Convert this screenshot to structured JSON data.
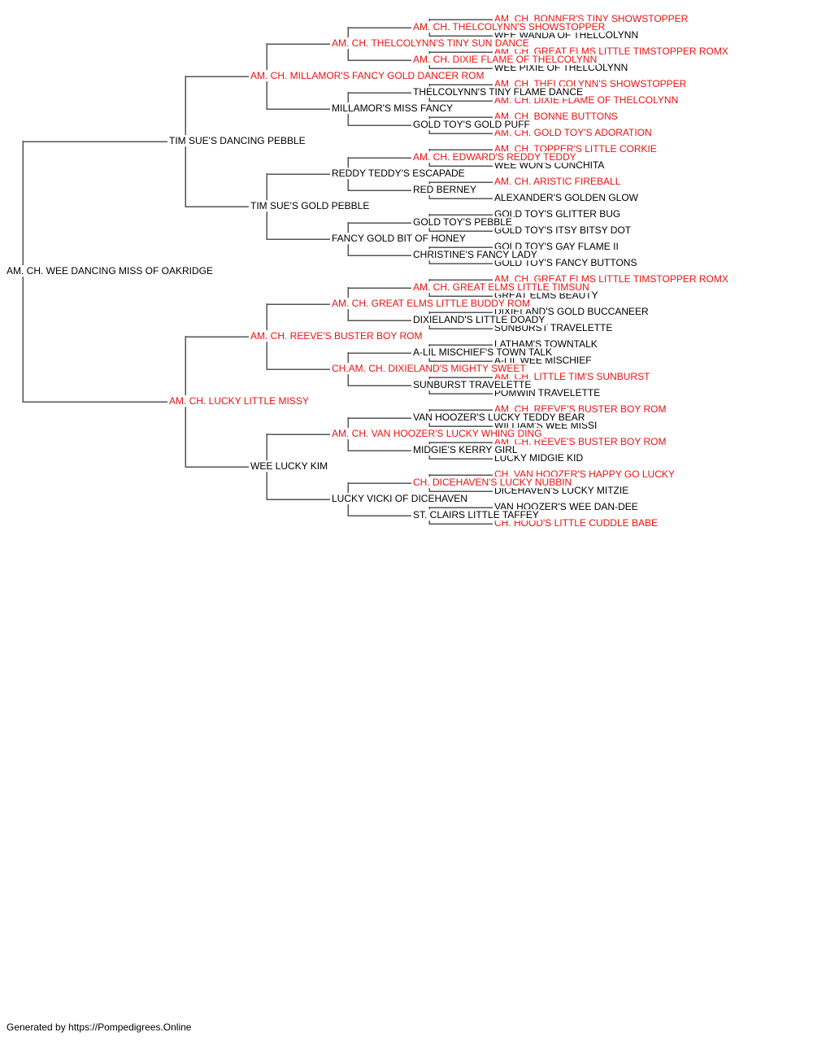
{
  "colors": {
    "champion": "#ee1111",
    "regular": "#000000",
    "line": "#555555"
  },
  "pedigree": {
    "name": "AM. CH. WEE DANCING MISS OF OAKRIDGE",
    "champion": false,
    "sire": {
      "name": "TIM SUE'S DANCING PEBBLE",
      "champion": false,
      "sire": {
        "name": "AM. CH. MILLAMOR'S FANCY GOLD DANCER ROM",
        "champion": true,
        "sire": {
          "name": "AM. CH. THELCOLYNN'S TINY SUN DANCE",
          "champion": true,
          "sire": {
            "name": "AM. CH. THELCOLYNN'S SHOWSTOPPER",
            "champion": true,
            "sire": {
              "name": "AM. CH. BONNER'S TINY SHOWSTOPPER",
              "champion": true
            },
            "dam": {
              "name": "WEE WANDA OF THELCOLYNN",
              "champion": false
            }
          },
          "dam": {
            "name": "AM. CH. DIXIE FLAME OF THELCOLYNN",
            "champion": true,
            "sire": {
              "name": "AM. CH. GREAT ELMS LITTLE TIMSTOPPER ROMX",
              "champion": true
            },
            "dam": {
              "name": "WEE PIXIE OF THELCOLYNN",
              "champion": false
            }
          }
        },
        "dam": {
          "name": "MILLAMOR'S MISS FANCY",
          "champion": false,
          "sire": {
            "name": "THELCOLYNN'S TINY FLAME DANCE",
            "champion": false,
            "sire": {
              "name": "AM. CH. THELCOLYNN'S SHOWSTOPPER",
              "champion": true
            },
            "dam": {
              "name": "AM. CH. DIXIE FLAME OF THELCOLYNN",
              "champion": true
            }
          },
          "dam": {
            "name": "GOLD TOY'S GOLD PUFF",
            "champion": false,
            "sire": {
              "name": "AM. CH. BONNE BUTTONS",
              "champion": true
            },
            "dam": {
              "name": "AM. CH. GOLD TOY'S ADORATION",
              "champion": true
            }
          }
        }
      },
      "dam": {
        "name": "TIM SUE'S GOLD PEBBLE",
        "champion": false,
        "sire": {
          "name": "REDDY TEDDY'S ESCAPADE",
          "champion": false,
          "sire": {
            "name": "AM. CH. EDWARD'S REDDY TEDDY",
            "champion": true,
            "sire": {
              "name": "AM. CH. TOPPER'S LITTLE CORKIE",
              "champion": true
            },
            "dam": {
              "name": "WEE WON'S CONCHITA",
              "champion": false
            }
          },
          "dam": {
            "name": "RED BERNEY",
            "champion": false,
            "sire": {
              "name": "AM. CH. ARISTIC FIREBALL",
              "champion": true
            },
            "dam": {
              "name": "ALEXANDER'S GOLDEN GLOW",
              "champion": false
            }
          }
        },
        "dam": {
          "name": "FANCY GOLD BIT OF HONEY",
          "champion": false,
          "sire": {
            "name": "GOLD TOY'S PEBBLE",
            "champion": false,
            "sire": {
              "name": "GOLD TOY'S GLITTER BUG",
              "champion": false
            },
            "dam": {
              "name": "GOLD TOY'S ITSY BITSY DOT",
              "champion": false
            }
          },
          "dam": {
            "name": "CHRISTINE'S FANCY LADY",
            "champion": false,
            "sire": {
              "name": "GOLD TOY'S GAY FLAME II",
              "champion": false
            },
            "dam": {
              "name": "GOLD TOY'S FANCY BUTTONS",
              "champion": false
            }
          }
        }
      }
    },
    "dam": {
      "name": "AM. CH. LUCKY LITTLE MISSY",
      "champion": true,
      "sire": {
        "name": "AM. CH. REEVE'S BUSTER BOY ROM",
        "champion": true,
        "sire": {
          "name": "AM. CH. GREAT ELMS LITTLE BUDDY ROM",
          "champion": true,
          "sire": {
            "name": "AM. CH. GREAT ELMS LITTLE TIMSUN",
            "champion": true,
            "sire": {
              "name": "AM. CH. GREAT ELMS LITTLE TIMSTOPPER ROMX",
              "champion": true
            },
            "dam": {
              "name": "GREAT ELMS BEAUTY",
              "champion": false
            }
          },
          "dam": {
            "name": "DIXIELAND'S LITTLE DOADY",
            "champion": false,
            "sire": {
              "name": "DIXIELAND'S GOLD BUCCANEER",
              "champion": false
            },
            "dam": {
              "name": "SUNBURST TRAVELETTE",
              "champion": false
            }
          }
        },
        "dam": {
          "name": "CH.AM. CH. DIXIELAND'S MIGHTY SWEET",
          "champion": true,
          "sire": {
            "name": "A-LIL MISCHIEF'S TOWN TALK",
            "champion": false,
            "sire": {
              "name": "LATHAM'S TOWNTALK",
              "champion": false
            },
            "dam": {
              "name": "A-LIL WEE MISCHIEF",
              "champion": false
            }
          },
          "dam": {
            "name": "SUNBURST TRAVELETTE",
            "champion": false,
            "sire": {
              "name": "AM. CH. LITTLE TIM'S SUNBURST",
              "champion": true
            },
            "dam": {
              "name": "POMWIN TRAVELETTE",
              "champion": false
            }
          }
        }
      },
      "dam": {
        "name": "WEE LUCKY KIM",
        "champion": false,
        "sire": {
          "name": "AM. CH. VAN HOOZER'S LUCKY WHING DING",
          "champion": true,
          "sire": {
            "name": "VAN HOOZER'S LUCKY TEDDY BEAR",
            "champion": false,
            "sire": {
              "name": "AM. CH. REEVE'S BUSTER BOY ROM",
              "champion": true
            },
            "dam": {
              "name": "WILLIAM'S WEE MISSI",
              "champion": false
            }
          },
          "dam": {
            "name": "MIDGIE'S KERRY GIRL",
            "champion": false,
            "sire": {
              "name": "AM. CH. REEVE'S BUSTER BOY ROM",
              "champion": true
            },
            "dam": {
              "name": "LUCKY MIDGIE KID",
              "champion": false
            }
          }
        },
        "dam": {
          "name": "LUCKY VICKI OF DICEHAVEN",
          "champion": false,
          "sire": {
            "name": "CH. DICEHAVEN'S LUCKY NUBBIN",
            "champion": true,
            "sire": {
              "name": "CH. VAN HOOZER'S HAPPY GO LUCKY",
              "champion": true
            },
            "dam": {
              "name": "DICEHAVEN'S LUCKY MITZIE",
              "champion": false
            }
          },
          "dam": {
            "name": "ST. CLAIRS LITTLE TAFFEY",
            "champion": false,
            "sire": {
              "name": "VAN HOOZER'S WEE DAN-DEE",
              "champion": false
            },
            "dam": {
              "name": "CH. HOOD'S LITTLE CUDDLE BABE",
              "champion": true
            }
          }
        }
      }
    }
  },
  "footer": "Generated by https://Pompedigrees.Online"
}
